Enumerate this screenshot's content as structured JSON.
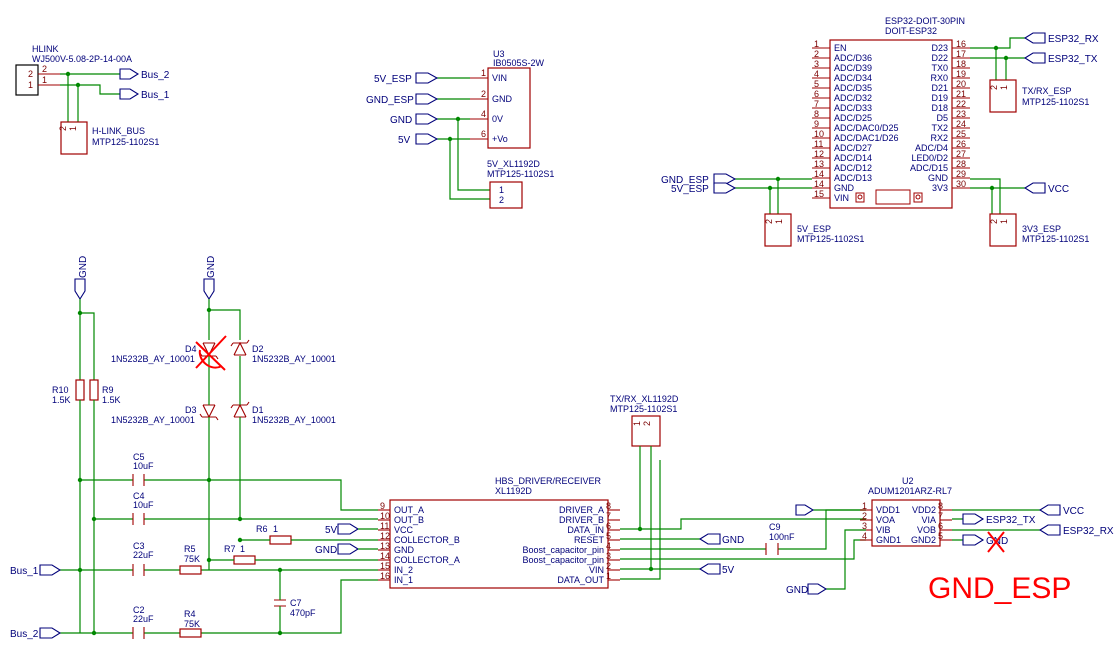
{
  "hlink": {
    "ref": "HLINK",
    "part": "WJ500V-5.08-2P-14-00A",
    "pin2": "2",
    "pin1": "1",
    "net2": "Bus_2",
    "net1": "Bus_1"
  },
  "hlinkbus": {
    "ref": "H-LINK_BUS",
    "part": "MTP125-1102S1"
  },
  "u3": {
    "ref": "U3",
    "part": "IB0505S-2W",
    "pins": [
      {
        "num": "1",
        "name": "VIN",
        "net": "5V_ESP"
      },
      {
        "num": "2",
        "name": "GND",
        "net": "GND_ESP"
      },
      {
        "num": "4",
        "name": "0V",
        "net": "GND"
      },
      {
        "num": "6",
        "name": "+Vo",
        "net": "5V"
      }
    ]
  },
  "xl5v": {
    "ref": "5V_XL1192D",
    "part": "MTP125-1102S1"
  },
  "esp": {
    "ref": "ESP32-DOIT-30PIN",
    "part": "DOIT-ESP32",
    "left": [
      {
        "n": "1",
        "l": "EN"
      },
      {
        "n": "2",
        "l": "ADC/D36"
      },
      {
        "n": "3",
        "l": "ADC/D39"
      },
      {
        "n": "4",
        "l": "ADC/D34"
      },
      {
        "n": "5",
        "l": "ADC/D35"
      },
      {
        "n": "6",
        "l": "ADC/D32"
      },
      {
        "n": "7",
        "l": "ADC/D33"
      },
      {
        "n": "8",
        "l": "ADC/D25"
      },
      {
        "n": "9",
        "l": "ADC/DAC0/D25"
      },
      {
        "n": "10",
        "l": "ADC/DAC1/D26"
      },
      {
        "n": "11",
        "l": "ADC/D27"
      },
      {
        "n": "12",
        "l": "ADC/D14"
      },
      {
        "n": "13",
        "l": "ADC/D12"
      },
      {
        "n": "14",
        "l": "ADC/D13"
      },
      {
        "n": "14",
        "l": "GND"
      },
      {
        "n": "15",
        "l": "VIN"
      }
    ],
    "right": [
      {
        "n": "16",
        "l": "D23"
      },
      {
        "n": "17",
        "l": "D22"
      },
      {
        "n": "18",
        "l": "TX0"
      },
      {
        "n": "19",
        "l": "RX0"
      },
      {
        "n": "20",
        "l": "D21"
      },
      {
        "n": "21",
        "l": "D19"
      },
      {
        "n": "22",
        "l": "D18"
      },
      {
        "n": "23",
        "l": "D5"
      },
      {
        "n": "24",
        "l": "TX2"
      },
      {
        "n": "25",
        "l": "RX2"
      },
      {
        "n": "26",
        "l": "ADC/D4"
      },
      {
        "n": "27",
        "l": "LED0/D2"
      },
      {
        "n": "28",
        "l": "ADC/D15"
      },
      {
        "n": "29",
        "l": "GND"
      },
      {
        "n": "30",
        "l": "3V3"
      }
    ],
    "nets": {
      "rx": "ESP32_RX",
      "tx": "ESP32_TX",
      "gnd": "GND_ESP",
      "v5": "5V_ESP",
      "vcc": "VCC"
    }
  },
  "txrxesp": {
    "ref": "TX/RX_ESP",
    "part": "MTP125-1102S1"
  },
  "v5esp": {
    "ref": "5V_ESP",
    "part": "MTP125-1102S1"
  },
  "v33esp": {
    "ref": "3V3_ESP",
    "part": "MTP125-1102S1"
  },
  "gndTop": [
    "GND",
    "GND"
  ],
  "diodes": [
    {
      "ref": "D4",
      "part": "1N5232B_AY_10001"
    },
    {
      "ref": "D2",
      "part": "1N5232B_AY_10001"
    },
    {
      "ref": "D3",
      "part": "1N5232B_AY_10001"
    },
    {
      "ref": "D1",
      "part": "1N5232B_AY_10001"
    }
  ],
  "r10": {
    "ref": "R10",
    "val": "1.5K"
  },
  "r9": {
    "ref": "R9",
    "val": "1.5K"
  },
  "c5": {
    "ref": "C5",
    "val": "10uF"
  },
  "c4": {
    "ref": "C4",
    "val": "10uF"
  },
  "c3": {
    "ref": "C3",
    "val": "22uF"
  },
  "c2": {
    "ref": "C2",
    "val": "22uF"
  },
  "r5": {
    "ref": "R5",
    "val": "75K"
  },
  "r4": {
    "ref": "R4",
    "val": "75K"
  },
  "r7": {
    "ref": "R7",
    "val": "1"
  },
  "r6": {
    "ref": "R6",
    "val": "1"
  },
  "c7": {
    "ref": "C7",
    "val": "470pF"
  },
  "c9": {
    "ref": "C9",
    "val": "100nF"
  },
  "bus": {
    "bus1": "Bus_1",
    "bus2": "Bus_2"
  },
  "hbs": {
    "ref": "HBS_DRIVER/RECEIVER",
    "part": "XL1192D",
    "left": [
      {
        "n": "9",
        "l": "OUT_A"
      },
      {
        "n": "10",
        "l": "OUT_B"
      },
      {
        "n": "11",
        "l": "VCC"
      },
      {
        "n": "12",
        "l": "COLLECTOR_B"
      },
      {
        "n": "13",
        "l": "GND"
      },
      {
        "n": "14",
        "l": "COLLECTOR_A"
      },
      {
        "n": "15",
        "l": "IN_2"
      },
      {
        "n": "16",
        "l": "IN_1"
      }
    ],
    "right": [
      {
        "n": "8",
        "l": "DRIVER_A"
      },
      {
        "n": "7",
        "l": "DRIVER_B"
      },
      {
        "n": "6",
        "l": "DATA_IN"
      },
      {
        "n": "5",
        "l": "RESET"
      },
      {
        "n": "4",
        "l": "Boost_capacitor_pin"
      },
      {
        "n": "3",
        "l": "Boost_capacitor_pin"
      },
      {
        "n": "2",
        "l": "VIN"
      },
      {
        "n": "1",
        "l": "DATA_OUT"
      }
    ],
    "nets": {
      "v5": "5V",
      "gnd": "GND",
      "gndR": "GND",
      "v5R": "5V"
    }
  },
  "txrxxl": {
    "ref": "TX/RX_XL1192D",
    "part": "MTP125-1102S1"
  },
  "u2": {
    "ref": "U2",
    "part": "ADUM1201ARZ-RL7",
    "left": [
      {
        "n": "1",
        "l": "VDD1"
      },
      {
        "n": "2",
        "l": "VOA"
      },
      {
        "n": "3",
        "l": "VIB"
      },
      {
        "n": "4",
        "l": "GND1"
      }
    ],
    "right": [
      {
        "n": "8",
        "l": "VDD2"
      },
      {
        "n": "7",
        "l": "VIA"
      },
      {
        "n": "6",
        "l": "VOB"
      },
      {
        "n": "5",
        "l": "GND2"
      }
    ],
    "nets": {
      "v5": "5V",
      "gnd": "GND",
      "vcc": "VCC",
      "tx": "ESP32_TX",
      "rx": "ESP32_RX",
      "gnd2": "GND"
    }
  },
  "connPins": {
    "a": "2",
    "b": "1"
  },
  "annotation": {
    "text": "GND_ESP"
  },
  "colors": {
    "wire": "#008800",
    "body": "#a00000",
    "text": "#00007a",
    "ink": "#ff0000"
  }
}
